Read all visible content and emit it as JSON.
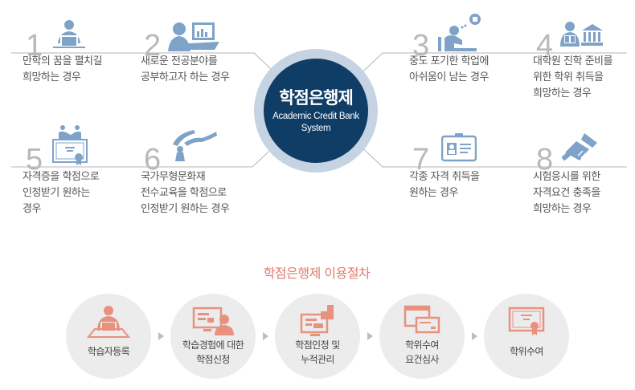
{
  "center": {
    "title_ko": "학점은행제",
    "title_en_line1": "Academic Credit Bank",
    "title_en_line2": "System"
  },
  "cases": [
    {
      "num": "1",
      "icon": "person-laptop-icon",
      "lines": [
        "만학의 꿈을 펼치길",
        "희망하는 경우"
      ]
    },
    {
      "num": "2",
      "icon": "person-monitor-chart-icon",
      "lines": [
        "새로운 전공분야를",
        "공부하고자 하는 경우"
      ]
    },
    {
      "num": "3",
      "icon": "person-studying-thought-icon",
      "lines": [
        "중도 포기한 학업에",
        "아쉬움이 남는 경우"
      ]
    },
    {
      "num": "4",
      "icon": "person-reading-university-icon",
      "lines": [
        "대학원 진학 준비를",
        "위한 학위 취득을",
        "희망하는 경우"
      ]
    },
    {
      "num": "5",
      "icon": "handshake-certificate-icon",
      "lines": [
        "자격증을 학점으로",
        "인정받기 원하는",
        "경우"
      ]
    },
    {
      "num": "6",
      "icon": "ribbon-dancer-icon",
      "lines": [
        "국가무형문화재",
        "전수교육을 학점으로",
        "인정받기 원하는 경우"
      ]
    },
    {
      "num": "7",
      "icon": "id-badge-icon",
      "lines": [
        "각종 자격 취득을",
        "원하는 경우"
      ]
    },
    {
      "num": "8",
      "icon": "handshake-icon",
      "lines": [
        "시험응시를 위한",
        "자격요건 충족을",
        "희망하는 경우"
      ]
    }
  ],
  "process": {
    "title": "학점은행제 이용절차",
    "steps": [
      {
        "icon": "person-desk-laptop-icon",
        "lines": [
          "학습자등록"
        ]
      },
      {
        "icon": "screen-person-icon",
        "lines": [
          "학습경험에 대한",
          "학점신청"
        ]
      },
      {
        "icon": "monitor-accumulate-icon",
        "lines": [
          "학점인정 및",
          "누적관리"
        ]
      },
      {
        "icon": "windows-review-icon",
        "lines": [
          "학위수여",
          "요건심사"
        ]
      },
      {
        "icon": "diploma-certificate-icon",
        "lines": [
          "학위수여"
        ]
      }
    ]
  },
  "colors": {
    "icon_blue": "#7fa3c8",
    "center_dark": "#0f3d66",
    "center_ring": "#c5d3e2",
    "process_accent": "#e07b6b",
    "process_circle": "#ececec",
    "number_gray": "#b9b9b9",
    "line_gray": "#b5b5b5"
  }
}
